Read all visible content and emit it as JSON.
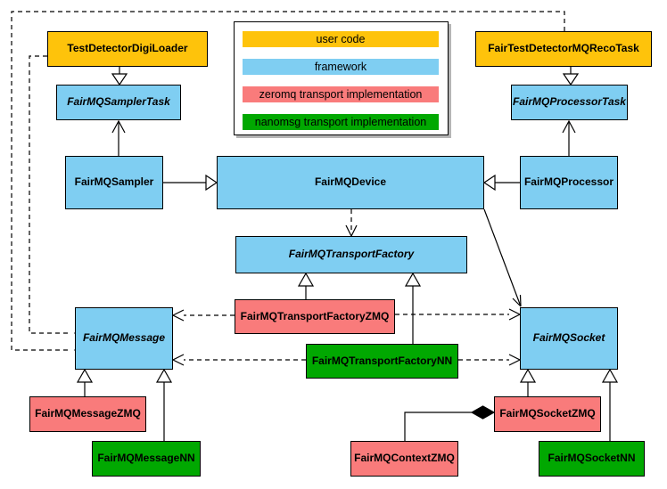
{
  "diagram": {
    "kind": "uml-class-diagram",
    "subject": "FairMQ framework class hierarchy"
  },
  "colors": {
    "user_code": "#fec30b",
    "framework": "#7fcef2",
    "zeromq": "#f97b7b",
    "nanomsg": "#01a801",
    "line": "#000000",
    "background": "#ffffff"
  },
  "legend": {
    "items": [
      {
        "label": "user code",
        "color": "#fec30b"
      },
      {
        "label": "framework",
        "color": "#7fcef2"
      },
      {
        "label": "zeromq transport implementation",
        "color": "#f97b7b"
      },
      {
        "label": "nanomsg transport implementation",
        "color": "#01a801"
      }
    ]
  },
  "nodes": {
    "tddl": {
      "label": "TestDetectorDigiLoader",
      "category": "user code",
      "abstract": false
    },
    "recoTask": {
      "label": "FairTestDetectorMQRecoTask",
      "category": "user code",
      "abstract": false
    },
    "samplerTask": {
      "label": "FairMQSamplerTask",
      "category": "framework",
      "abstract": true
    },
    "processorTask": {
      "label": "FairMQProcessorTask",
      "category": "framework",
      "abstract": true
    },
    "sampler": {
      "label": "FairMQSampler",
      "category": "framework",
      "abstract": false
    },
    "device": {
      "label": "FairMQDevice",
      "category": "framework",
      "abstract": false
    },
    "processor": {
      "label": "FairMQProcessor",
      "category": "framework",
      "abstract": false
    },
    "factory": {
      "label": "FairMQTransportFactory",
      "category": "framework",
      "abstract": true
    },
    "factoryZMQ": {
      "label": "FairMQTransportFactoryZMQ",
      "category": "zeromq",
      "abstract": false
    },
    "factoryNN": {
      "label": "FairMQTransportFactoryNN",
      "category": "nanomsg",
      "abstract": false
    },
    "message": {
      "label": "FairMQMessage",
      "category": "framework",
      "abstract": true
    },
    "socket": {
      "label": "FairMQSocket",
      "category": "framework",
      "abstract": true
    },
    "messageZMQ": {
      "label": "FairMQMessageZMQ",
      "category": "zeromq",
      "abstract": false
    },
    "messageNN": {
      "label": "FairMQMessageNN",
      "category": "nanomsg",
      "abstract": false
    },
    "contextZMQ": {
      "label": "FairMQContextZMQ",
      "category": "zeromq",
      "abstract": false
    },
    "socketZMQ": {
      "label": "FairMQSocketZMQ",
      "category": "zeromq",
      "abstract": false
    },
    "socketNN": {
      "label": "FairMQSocketNN",
      "category": "nanomsg",
      "abstract": false
    }
  },
  "edges": [
    {
      "from": "TestDetectorDigiLoader",
      "to": "FairMQSamplerTask",
      "type": "inheritance",
      "style": "solid"
    },
    {
      "from": "FairTestDetectorMQRecoTask",
      "to": "FairMQProcessorTask",
      "type": "inheritance",
      "style": "solid"
    },
    {
      "from": "FairMQSampler",
      "to": "FairMQDevice",
      "type": "inheritance",
      "style": "solid"
    },
    {
      "from": "FairMQProcessor",
      "to": "FairMQDevice",
      "type": "inheritance",
      "style": "solid"
    },
    {
      "from": "FairMQSampler",
      "to": "FairMQSamplerTask",
      "type": "association",
      "style": "solid"
    },
    {
      "from": "FairMQProcessor",
      "to": "FairMQProcessorTask",
      "type": "association",
      "style": "solid"
    },
    {
      "from": "FairMQDevice",
      "to": "FairMQTransportFactory",
      "type": "dependency",
      "style": "dashed"
    },
    {
      "from": "FairMQDevice",
      "to": "FairMQSocket",
      "type": "association",
      "style": "solid"
    },
    {
      "from": "FairMQTransportFactoryZMQ",
      "to": "FairMQTransportFactory",
      "type": "inheritance",
      "style": "solid"
    },
    {
      "from": "FairMQTransportFactoryNN",
      "to": "FairMQTransportFactory",
      "type": "inheritance",
      "style": "solid"
    },
    {
      "from": "FairMQTransportFactoryZMQ",
      "to": "FairMQMessage",
      "type": "dependency",
      "style": "dashed"
    },
    {
      "from": "FairMQTransportFactoryZMQ",
      "to": "FairMQSocket",
      "type": "dependency",
      "style": "dashed"
    },
    {
      "from": "FairMQTransportFactoryNN",
      "to": "FairMQMessage",
      "type": "dependency",
      "style": "dashed"
    },
    {
      "from": "FairMQTransportFactoryNN",
      "to": "FairMQSocket",
      "type": "dependency",
      "style": "dashed"
    },
    {
      "from": "TestDetectorDigiLoader",
      "to": "FairMQMessage",
      "type": "dependency",
      "style": "dashed"
    },
    {
      "from": "FairTestDetectorMQRecoTask",
      "to": "FairMQMessage",
      "type": "dependency",
      "style": "dashed"
    },
    {
      "from": "FairMQMessageZMQ",
      "to": "FairMQMessage",
      "type": "inheritance",
      "style": "solid"
    },
    {
      "from": "FairMQMessageNN",
      "to": "FairMQMessage",
      "type": "inheritance",
      "style": "solid"
    },
    {
      "from": "FairMQSocketZMQ",
      "to": "FairMQSocket",
      "type": "inheritance",
      "style": "solid"
    },
    {
      "from": "FairMQSocketNN",
      "to": "FairMQSocket",
      "type": "inheritance",
      "style": "solid"
    },
    {
      "from": "FairMQSocketZMQ",
      "to": "FairMQContextZMQ",
      "type": "composition",
      "style": "solid"
    }
  ]
}
